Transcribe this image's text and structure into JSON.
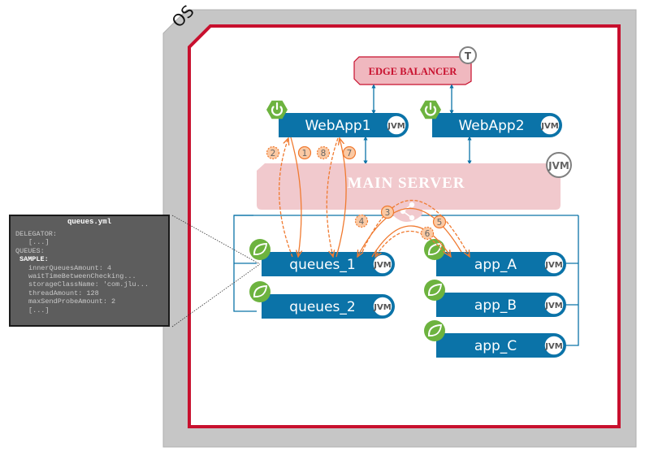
{
  "os": {
    "label": "OS",
    "colors": {
      "frame": "#c6c6c6",
      "border": "#c8102e"
    }
  },
  "edge_balancer": {
    "label": "EDGE BALANCER",
    "badge": "T",
    "icon": "edge-balancer-tag"
  },
  "main_server": {
    "label": "MAIN SERVER",
    "badge": "JVM",
    "icon": "share-icon"
  },
  "webapps": [
    {
      "label": "WebApp1",
      "badge": "JVM",
      "icon": "spring-boot-power-icon"
    },
    {
      "label": "WebApp2",
      "badge": "JVM",
      "icon": "spring-boot-power-icon"
    }
  ],
  "queues": [
    {
      "label": "queues_1",
      "badge": "JVM",
      "icon": "spring-leaf-icon"
    },
    {
      "label": "queues_2",
      "badge": "JVM",
      "icon": "spring-leaf-icon"
    }
  ],
  "apps": [
    {
      "label": "app_A",
      "badge": "JVM",
      "icon": "spring-leaf-icon"
    },
    {
      "label": "app_B",
      "badge": "JVM",
      "icon": "spring-leaf-icon"
    },
    {
      "label": "app_C",
      "badge": "JVM",
      "icon": "spring-leaf-icon"
    }
  ],
  "steps": [
    "1",
    "2",
    "3",
    "4",
    "5",
    "6",
    "7",
    "8"
  ],
  "yaml": {
    "title": "queues.yml",
    "lines": [
      {
        "text": "DELEGATOR:",
        "indent": 0,
        "bold": false
      },
      {
        "text": "[...]",
        "indent": 2,
        "bold": false
      },
      {
        "text": "QUEUES:",
        "indent": 0,
        "bold": false
      },
      {
        "text": "SAMPLE:",
        "indent": 1,
        "bold": true
      },
      {
        "text": "innerQueuesAmount: 4",
        "indent": 2,
        "bold": false
      },
      {
        "text": "waitTimeBetweenChecking...",
        "indent": 2,
        "bold": false
      },
      {
        "text": "storageClassName: 'com.jlu...",
        "indent": 2,
        "bold": false
      },
      {
        "text": "threadAmount: 128",
        "indent": 2,
        "bold": false
      },
      {
        "text": "maxSendProbeAmount: 2",
        "indent": 2,
        "bold": false
      },
      {
        "text": "[...]",
        "indent": 2,
        "bold": false
      }
    ]
  },
  "colors": {
    "node_blue": "#0b73a8",
    "spring_green": "#6db33f",
    "arrow_orange": "#f07a30",
    "step_fill": "#fbc9a3",
    "edge_fill": "#f0b8bf",
    "edge_text": "#c8102e",
    "main_fill": "#f1c9cd",
    "badge_gray": "#808080"
  }
}
